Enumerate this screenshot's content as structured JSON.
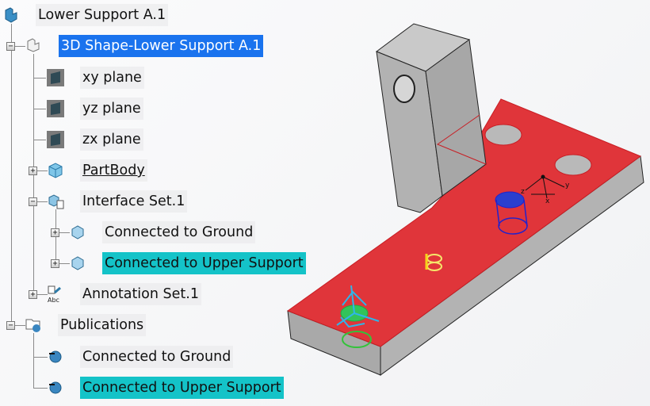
{
  "tree": {
    "root": {
      "label": "Lower Support A.1",
      "icon": "product-icon"
    },
    "shape": {
      "label": "3D Shape-Lower Support A.1",
      "icon": "3d-shape-icon",
      "state": "selected"
    },
    "planes": [
      {
        "label": "xy plane",
        "icon": "plane-icon"
      },
      {
        "label": "yz plane",
        "icon": "plane-icon"
      },
      {
        "label": "zx plane",
        "icon": "plane-icon"
      }
    ],
    "partbody": {
      "label": "PartBody",
      "icon": "part-body-icon"
    },
    "interface_set": {
      "label": "Interface Set.1",
      "icon": "interface-set-icon",
      "children": [
        {
          "label": "Connected to Ground",
          "icon": "interface-icon"
        },
        {
          "label": "Connected to Upper Support",
          "icon": "interface-icon",
          "state": "highlighted"
        }
      ]
    },
    "annotation_set": {
      "label": "Annotation Set.1",
      "icon": "annotation-set-icon"
    },
    "publications": {
      "label": "Publications",
      "icon": "publications-folder-icon",
      "children": [
        {
          "label": "Connected to Ground",
          "icon": "publication-icon"
        },
        {
          "label": "Connected to Upper Support",
          "icon": "publication-icon",
          "state": "highlighted"
        }
      ]
    }
  },
  "colors": {
    "selected": "#1a73ee",
    "highlight": "#14c3c8",
    "face_highlight": "#e0353a",
    "part_gray": "#b5b5b5"
  }
}
